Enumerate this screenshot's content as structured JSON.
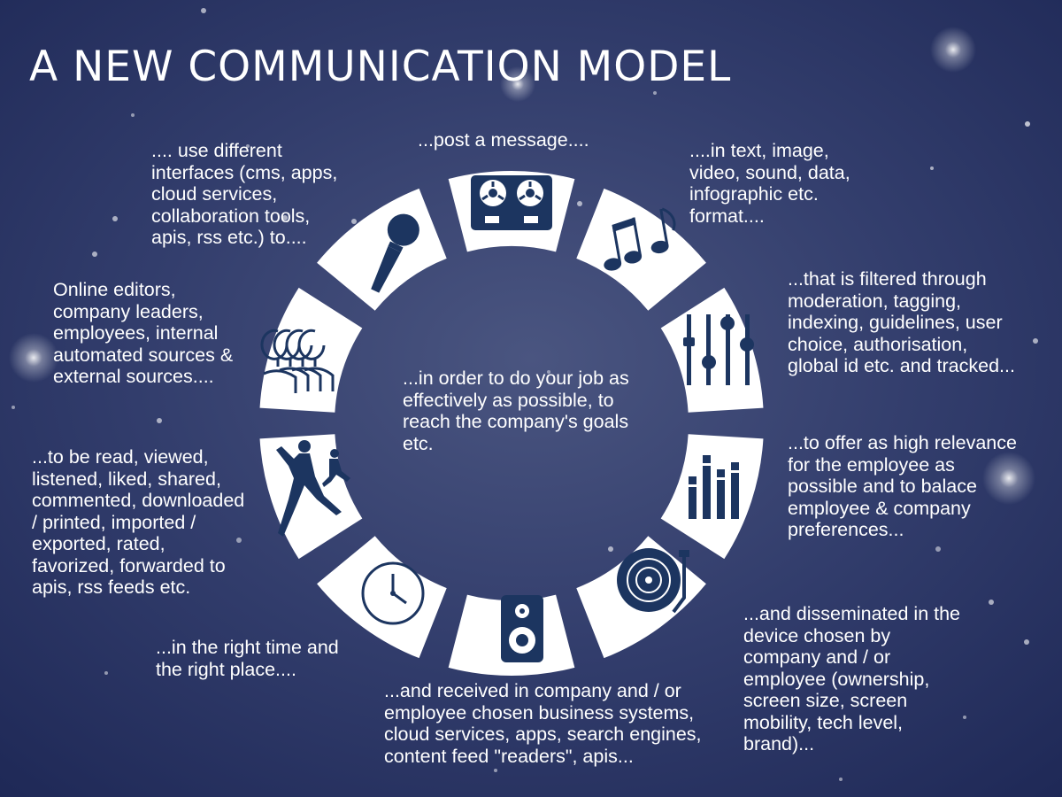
{
  "title": "A NEW COMMUNICATION MODEL",
  "colors": {
    "background": "#2b3764",
    "segment": "#ffffff",
    "icon": "#1c3560"
  },
  "steps": [
    {
      "icon": "tape-recorder-icon",
      "text": "...post a message...."
    },
    {
      "icon": "music-notes-icon",
      "text": "....in text, image, video, sound, data, infographic etc. format...."
    },
    {
      "icon": "equalizer-sliders-icon",
      "text": "...that is filtered through moderation, tagging, indexing, guidelines, user choice, authorisation, global id etc. and tracked..."
    },
    {
      "icon": "bar-levels-icon",
      "text": "...to offer as high relevance for the employee as possible and to balace employee & company preferences..."
    },
    {
      "icon": "turntable-icon",
      "text": "...and disseminated in the device chosen by company and / or employee (ownership, screen size, screen mobility, tech level, brand)..."
    },
    {
      "icon": "speaker-icon",
      "text": "...and received in company and / or employee chosen business systems, cloud services, apps, search engines, content feed \"readers\", apis..."
    },
    {
      "icon": "clock-icon",
      "text": "...in the right time and the right place...."
    },
    {
      "icon": "dancers-icon",
      "text": "...to be read, viewed, listened, liked, shared, commented, downloaded / printed, imported / exported, rated, favorized, forwarded to apis, rss feeds etc."
    },
    {
      "icon": "people-group-icon",
      "text": "Online editors, company leaders, employees, internal automated sources & external sources...."
    },
    {
      "icon": "microphone-icon",
      "text": ".... use different interfaces (cms, apps, cloud services, collaboration tools, apis, rss etc.) to...."
    }
  ],
  "center_text": "...in order to do your job as effectively as possible, to reach the company's goals etc."
}
